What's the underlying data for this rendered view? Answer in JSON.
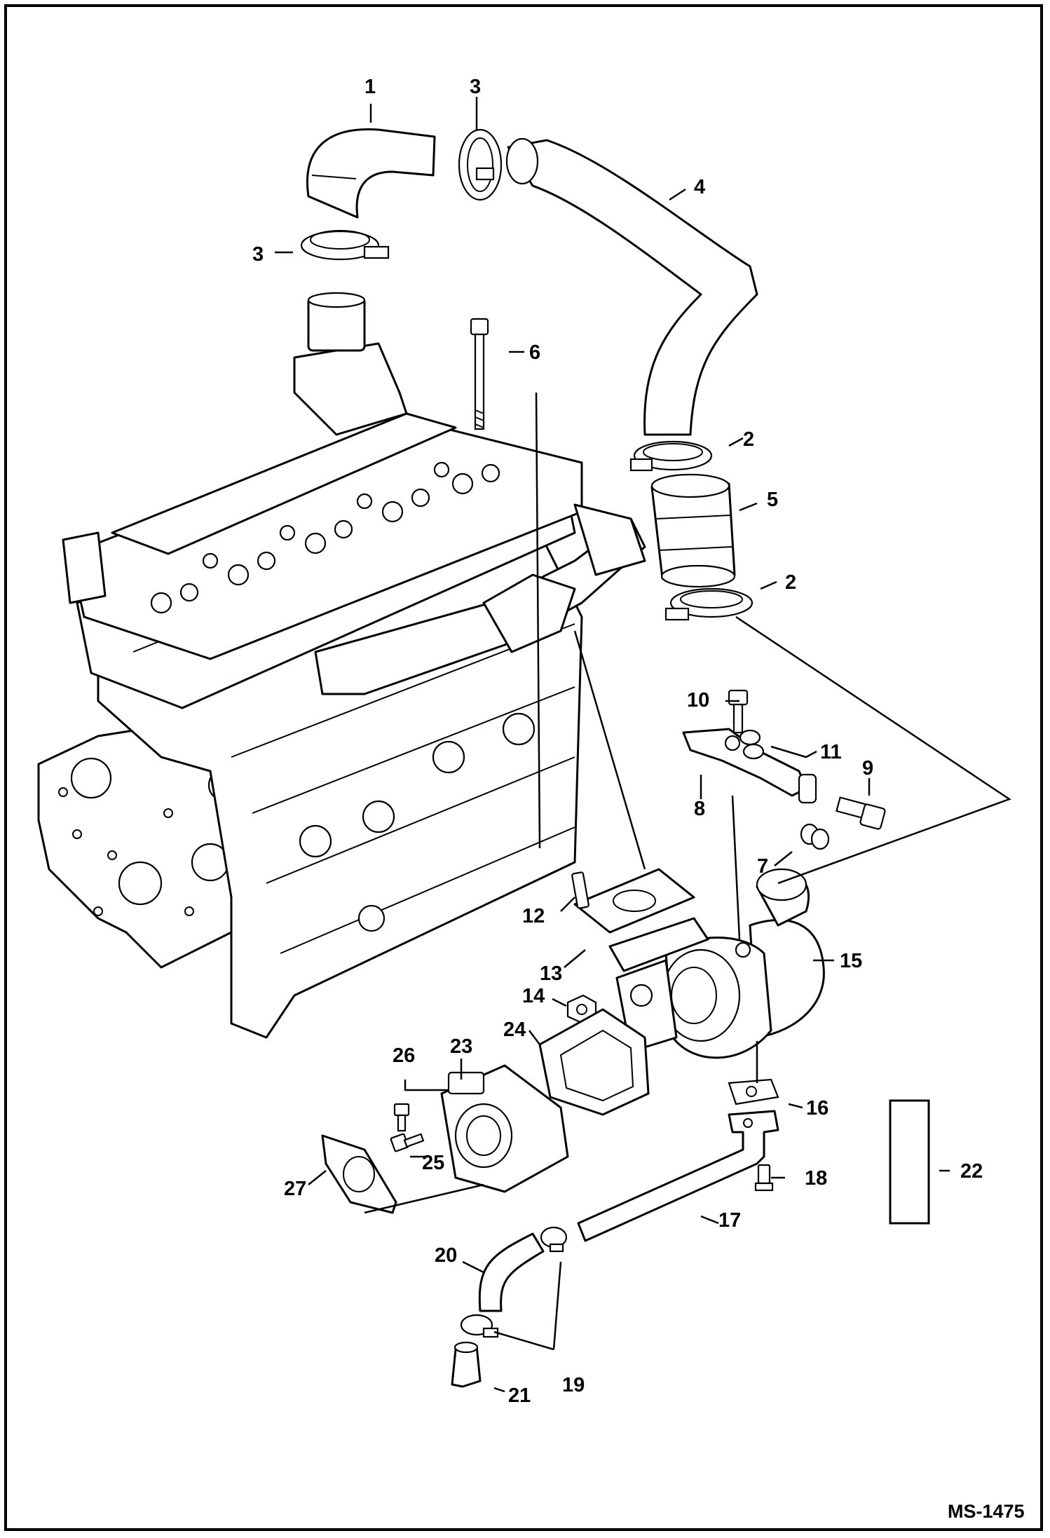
{
  "figure": {
    "id": "MS-1475"
  },
  "callouts": [
    "1",
    "2",
    "2",
    "3",
    "3",
    "4",
    "5",
    "6",
    "7",
    "8",
    "9",
    "10",
    "11",
    "12",
    "13",
    "14",
    "15",
    "16",
    "17",
    "18",
    "19",
    "20",
    "21",
    "22",
    "23",
    "24",
    "25",
    "26",
    "27"
  ],
  "icons": {
    "engine": "engine-block-illustration",
    "turbo": "turbocharger-illustration"
  }
}
